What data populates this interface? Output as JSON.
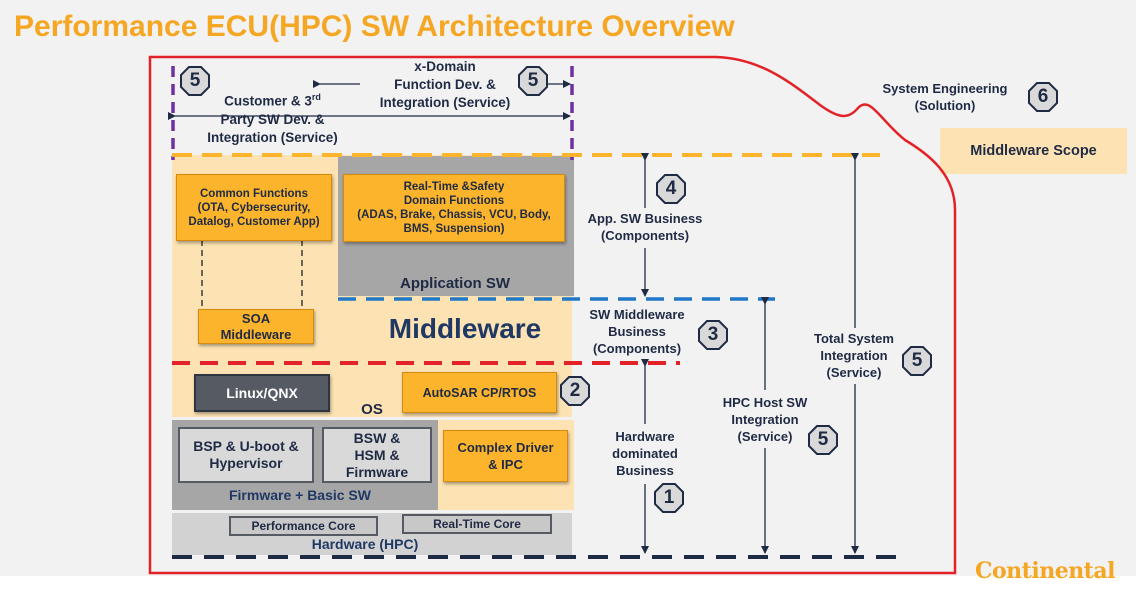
{
  "title": "Performance ECU(HPC) SW Architecture Overview",
  "top": {
    "customer_line1": "Customer & 3",
    "customer_sup": "rd",
    "customer_line2": "Party SW Dev. &",
    "customer_line3": "Integration (Service)",
    "xdomain_line1": "x-Domain",
    "xdomain_line2": "Function Dev. &",
    "xdomain_line3": "Integration (Service)"
  },
  "system_engineering": {
    "line1": "System Engineering",
    "line2": "(Solution)",
    "badge": "6"
  },
  "middleware_scope": "Middleware Scope",
  "blocks": {
    "common_functions": "Common Functions\n(OTA, Cybersecurity,\nDatalog, Customer App)",
    "realtime_functions": "Real-Time &Safety\nDomain Functions\n(ADAS, Brake, Chassis, VCU, Body,\nBMS, Suspension)",
    "application_sw": "Application SW",
    "soa_middleware": "SOA\nMiddleware",
    "middleware": "Middleware",
    "linux_qnx": "Linux/QNX",
    "autosar": "AutoSAR CP/RTOS",
    "os": "OS",
    "bsp": "BSP & U-boot &\nHypervisor",
    "bsw": "BSW &\nHSM &\nFirmware",
    "complex_driver": "Complex Driver\n& IPC",
    "firmware_basic": "Firmware + Basic SW",
    "performance_core": "Performance Core",
    "realtime_core": "Real-Time Core",
    "hardware": "Hardware (HPC)"
  },
  "side_labels": {
    "app_sw_business": "App. SW Business\n(Components)",
    "sw_middleware_business": "SW  Middleware\nBusiness\n(Components)",
    "hardware_business": "Hardware\ndominated\nBusiness",
    "hpc_host": "HPC Host SW\nIntegration\n(Service)",
    "total_system": "Total System\nIntegration\n(Service)"
  },
  "badges": {
    "top_left": "5",
    "top_mid": "5",
    "app": "4",
    "middleware": "3",
    "autosar": "2",
    "hardware": "1",
    "hpc_host": "5",
    "total_system": "5"
  },
  "logo": "Continental",
  "colors": {
    "title": "#f5a623",
    "block_orange": "#fbb42b",
    "middleware_bg": "#fde3b3",
    "gray_bg": "#a6a6a6",
    "dark_block": "#555a63",
    "red": "#e32228",
    "yellow_dash": "#fbb42b",
    "blue_dash": "#1f78c8",
    "navy_dash": "#1f2a44",
    "purple_dash": "#7030a0",
    "text": "#1f2a44"
  }
}
